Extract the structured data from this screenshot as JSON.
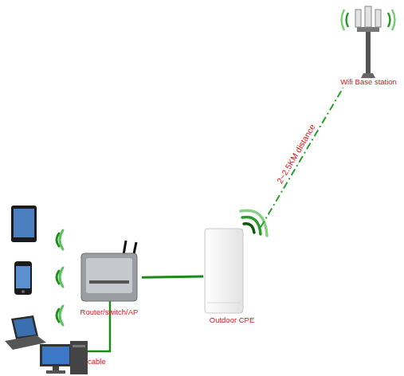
{
  "diagram": {
    "nodes": [
      {
        "text": [
          "Wifi Base station"
        ]
      },
      {
        "text": [
          "Router/switch/AP"
        ]
      },
      {
        "text": [
          "Outdoor CPE"
        ]
      }
    ],
    "edges": [
      {
        "from": 1,
        "to": 2,
        "arrow": "none"
      },
      {
        "from": 2,
        "to": 0,
        "label": "2~2.5KM distance",
        "arrow": "none"
      }
    ],
    "labels": [
      "cable"
    ]
  }
}
